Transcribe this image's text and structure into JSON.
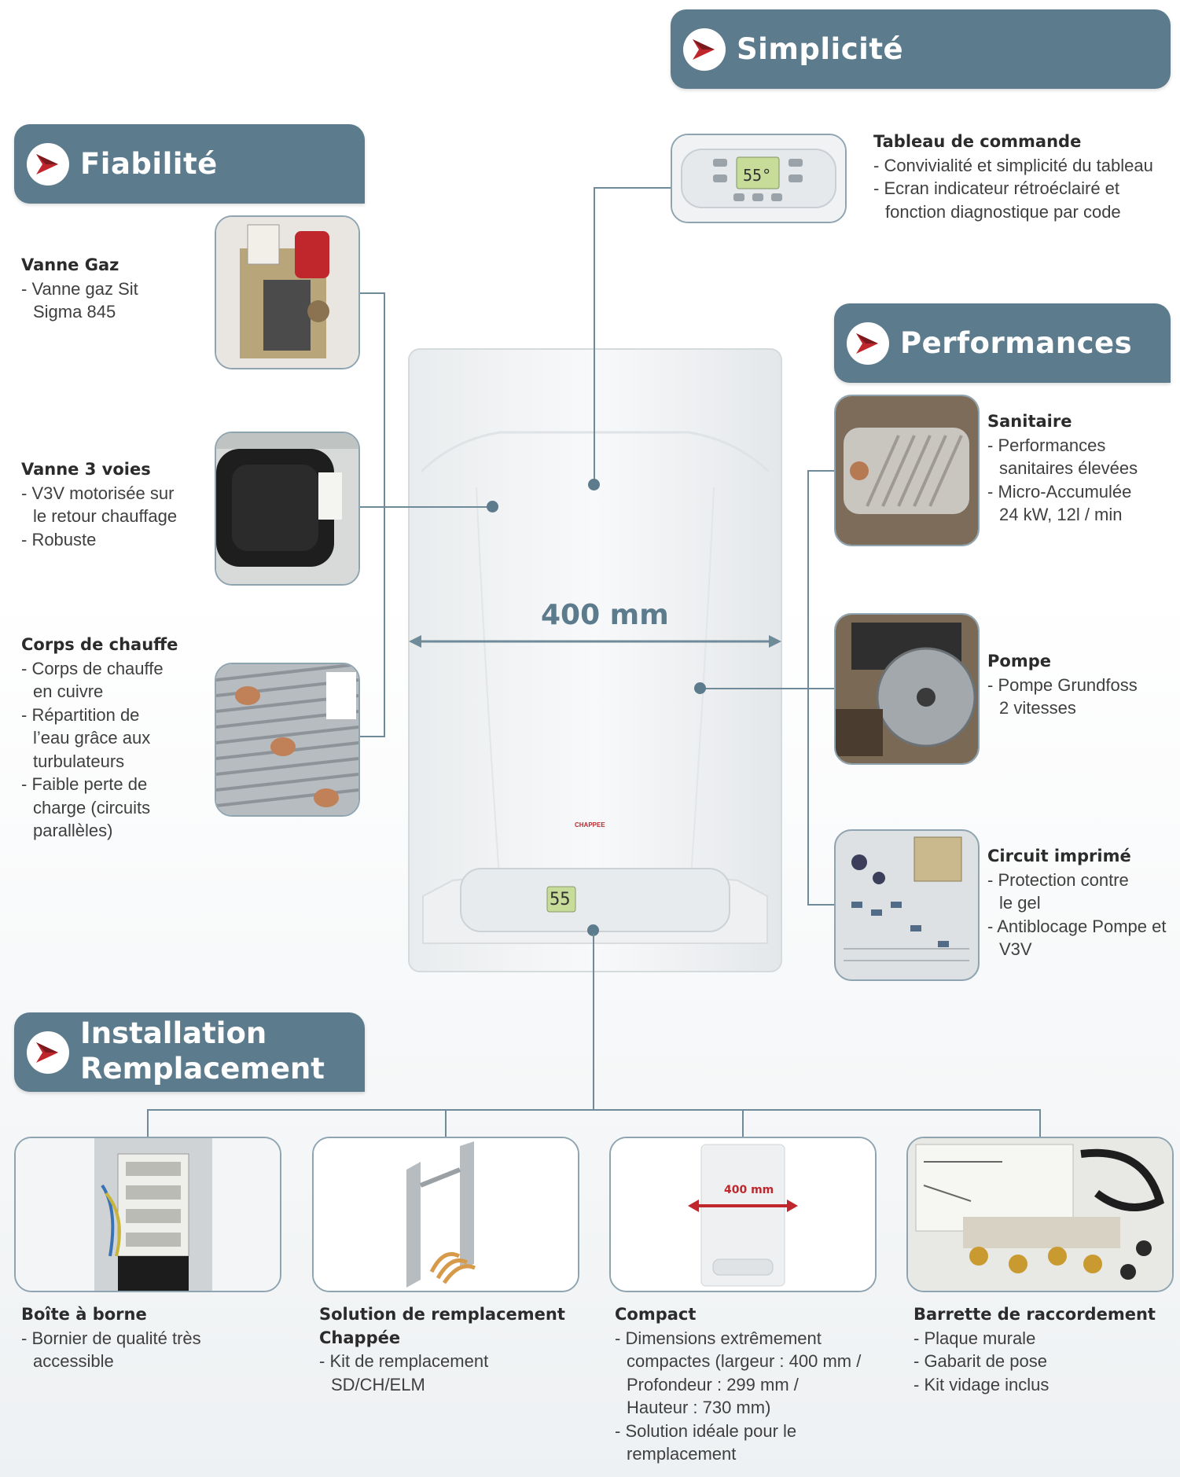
{
  "sections": {
    "simplicite": "Simplicité",
    "fiabilite": "Fiabilité",
    "performances": "Performances",
    "installation_line1": "Installation",
    "installation_line2": "Remplacement"
  },
  "dimension_label": "400 mm",
  "display_temp": "55",
  "compact_dim_label": "400 mm",
  "brand_logo_text": "CHAPPEE",
  "tableau": {
    "title": "Tableau de commande",
    "items": [
      "- Convivialité et simplicité du tableau",
      "- Ecran indicateur rétroéclairé et",
      "fonction diagnostique par code"
    ]
  },
  "vanne_gaz": {
    "title": "Vanne Gaz",
    "items": [
      "- Vanne gaz Sit",
      "Sigma 845"
    ]
  },
  "vanne_3voies": {
    "title": "Vanne 3 voies",
    "items": [
      "- V3V motorisée sur",
      "le retour chauffage",
      "- Robuste"
    ]
  },
  "corps": {
    "title": "Corps de chauffe",
    "items": [
      "- Corps de chauffe",
      "en cuivre",
      "- Répartition de",
      "l’eau grâce aux",
      "turbulateurs",
      "- Faible perte de",
      "charge (circuits",
      "parallèles)"
    ]
  },
  "sanitaire": {
    "title": "Sanitaire",
    "items": [
      "- Performances",
      "sanitaires élevées",
      "- Micro-Accumulée",
      "24 kW, 12l / min"
    ]
  },
  "pompe": {
    "title": "Pompe",
    "items": [
      "- Pompe Grundfoss",
      "2 vitesses"
    ]
  },
  "circuit": {
    "title": "Circuit imprimé",
    "items": [
      "- Protection contre",
      "le gel",
      "- Antiblocage Pompe et",
      "V3V"
    ]
  },
  "boite": {
    "title": "Boîte à borne",
    "items": [
      "- Bornier de qualité très",
      "accessible"
    ]
  },
  "solution": {
    "title_line1": "Solution de remplacement",
    "title_line2": "Chappée",
    "items": [
      "- Kit de remplacement",
      "SD/CH/ELM"
    ]
  },
  "compact": {
    "title": "Compact",
    "items": [
      "- Dimensions extrêmement",
      "compactes (largeur : 400 mm /",
      "Profondeur : 299 mm /",
      "Hauteur : 730 mm)",
      "- Solution idéale pour le",
      "remplacement"
    ]
  },
  "barrette": {
    "title": "Barrette de raccordement",
    "items": [
      "- Plaque murale",
      "- Gabarit de pose",
      "- Kit vidage inclus"
    ]
  },
  "colors": {
    "banner": "#5c7b8c",
    "connector": "#6f8a99",
    "accent_red": "#c0272d"
  }
}
